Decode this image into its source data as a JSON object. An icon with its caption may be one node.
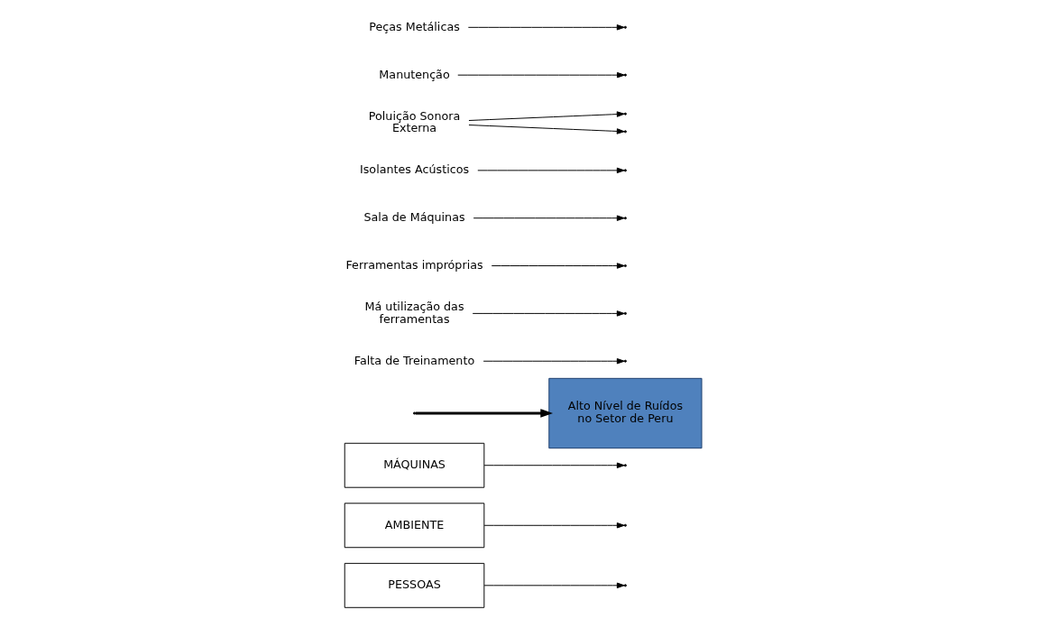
{
  "diagram": {
    "nodes": [
      {
        "text": [
          "PESSOAS"
        ]
      },
      {
        "text": [
          "AMBIENTE"
        ]
      },
      {
        "text": [
          "MÁQUINAS"
        ]
      },
      {
        "text": [
          "Alto Nível de Ruídos no Setor de Peru"
        ]
      },
      {
        "text": [
          "Falta de Treinamento"
        ]
      },
      {
        "text": [
          "Má utilização das ferramentas"
        ]
      },
      {
        "text": [
          "Ferramentas impróprias"
        ]
      },
      {
        "text": [
          "Sala de Máquinas"
        ]
      },
      {
        "text": [
          "Isolantes Acústicos"
        ]
      },
      {
        "text": [
          "Poluição Sonora Externa"
        ]
      },
      {
        "text": [
          "Manutenção"
        ]
      },
      {
        "text": [
          "Peças Metálicas"
        ]
      }
    ],
    "edges": [
      {
        "from": null,
        "to": 3,
        "arrow": "to",
        "style": "thick"
      },
      {
        "from": 0,
        "to": null,
        "arrow": "to"
      },
      {
        "from": 1,
        "to": null,
        "arrow": "to"
      },
      {
        "from": 2,
        "to": null,
        "arrow": "to"
      },
      {
        "from": 4,
        "to": null,
        "arrow": "to"
      },
      {
        "from": 5,
        "to": null,
        "arrow": "to"
      },
      {
        "from": 6,
        "to": null,
        "arrow": "to"
      },
      {
        "from": 7,
        "to": null,
        "arrow": "to"
      },
      {
        "from": 8,
        "to": null,
        "arrow": "to"
      },
      {
        "from": 9,
        "to": null,
        "arrow": "to"
      },
      {
        "from": 9,
        "to": null,
        "arrow": "to"
      },
      {
        "from": 10,
        "to": null,
        "arrow": "to"
      },
      {
        "from": 11,
        "to": null,
        "arrow": "to"
      }
    ]
  }
}
